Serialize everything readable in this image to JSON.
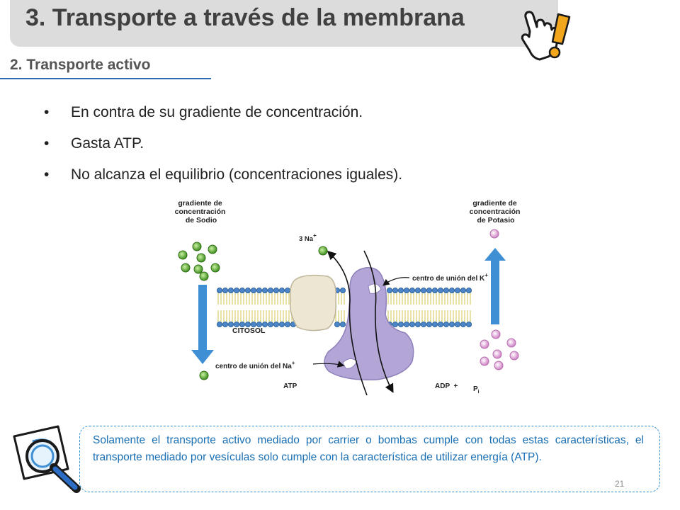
{
  "header": {
    "title": "3. Transporte a través de la membrana",
    "subtitle": "2.   Transporte activo"
  },
  "bullets": [
    {
      "mark": "•",
      "text": "En contra de su gradiente de concentración."
    },
    {
      "mark": "•",
      "text": "Gasta ATP."
    },
    {
      "mark": "•",
      "text": "No alcanza el equilibrio (concentraciones iguales)."
    }
  ],
  "diagram": {
    "na_gradient_label": [
      "gradiente de",
      "concentración",
      "de Sodio"
    ],
    "k_gradient_label": [
      "gradiente de",
      "concentración",
      "de Potasio"
    ],
    "na_out_label": "3 Na",
    "na_out_sup": "+",
    "k_site_label": "centro de unión del K",
    "k_site_sup": "+",
    "cytosol_label": "CITOSOL",
    "na_site_label": "centro de unión del Na",
    "na_site_sup": "+",
    "atp_label": "ATP",
    "adp_label": "ADP  +",
    "pi_label": "P",
    "pi_sub": "i",
    "colors": {
      "sodium": "#6cbf3a",
      "potassium": "#e3a7d8",
      "arrow": "#3f8fd4",
      "protein": "#b3a6d6"
    }
  },
  "note": {
    "text": "Solamente el transporte activo mediado por carrier o bombas cumple con todas estas características, el transporte mediado por vesículas solo cumple con la característica de utilizar energía (ATP)."
  },
  "page_number": "21",
  "icons": {
    "header": "pointing-hand-exclamation-icon",
    "note": "magnifier-document-icon"
  }
}
